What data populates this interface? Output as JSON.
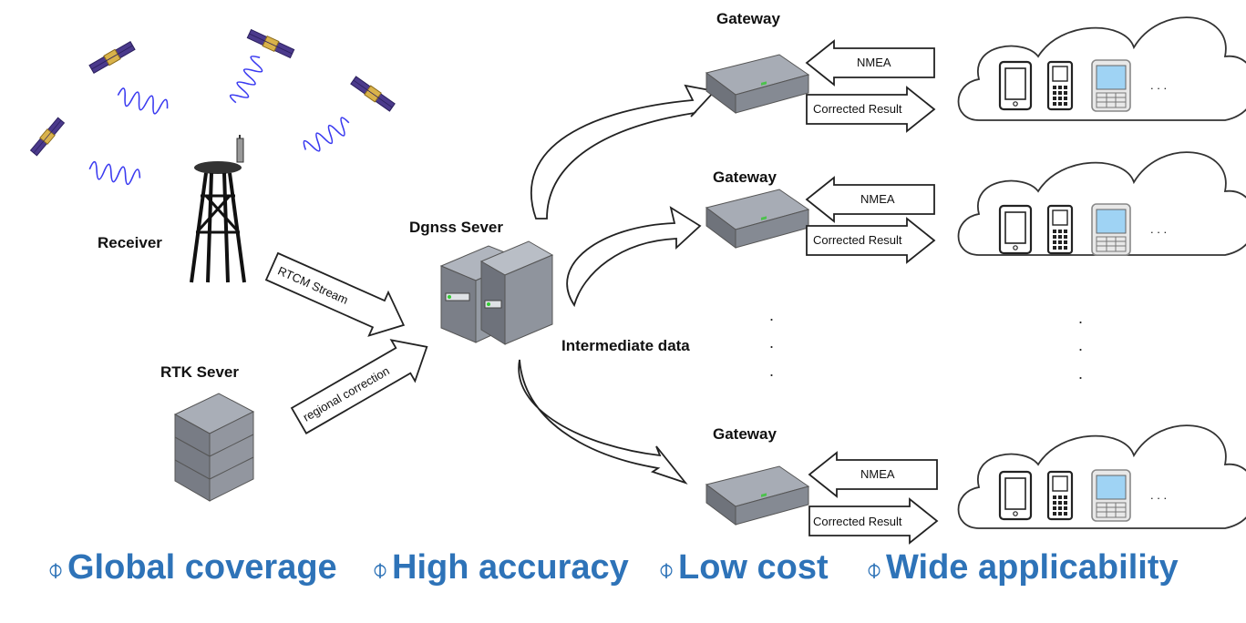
{
  "nodes": {
    "receiver": "Receiver",
    "rtk_server": "RTK Sever",
    "dgnss_server": "Dgnss Sever",
    "intermediate": "Intermediate data",
    "gateway": "Gateway"
  },
  "links": {
    "rtcm": "RTCM Stream",
    "regional": "regional correction",
    "nmea": "NMEA",
    "corrected": "Corrected Result"
  },
  "ellipsis": ". . .",
  "features": {
    "symbol": "⌽",
    "items": [
      "Global coverage",
      "High accuracy",
      "Low cost",
      "Wide applicability"
    ]
  },
  "colors": {
    "feature_text": "#2e73b8",
    "signal_wave": "#3a3af0",
    "satellite_panel": "#4b3a8c",
    "server_gray": "#8a8f99"
  },
  "icons": [
    "satellite-icon",
    "signal-wave-icon",
    "antenna-tower-icon",
    "server-rack-icon",
    "gateway-icon",
    "cloud-icon",
    "tablet-icon",
    "feature-phone-icon",
    "smartphone-icon"
  ]
}
